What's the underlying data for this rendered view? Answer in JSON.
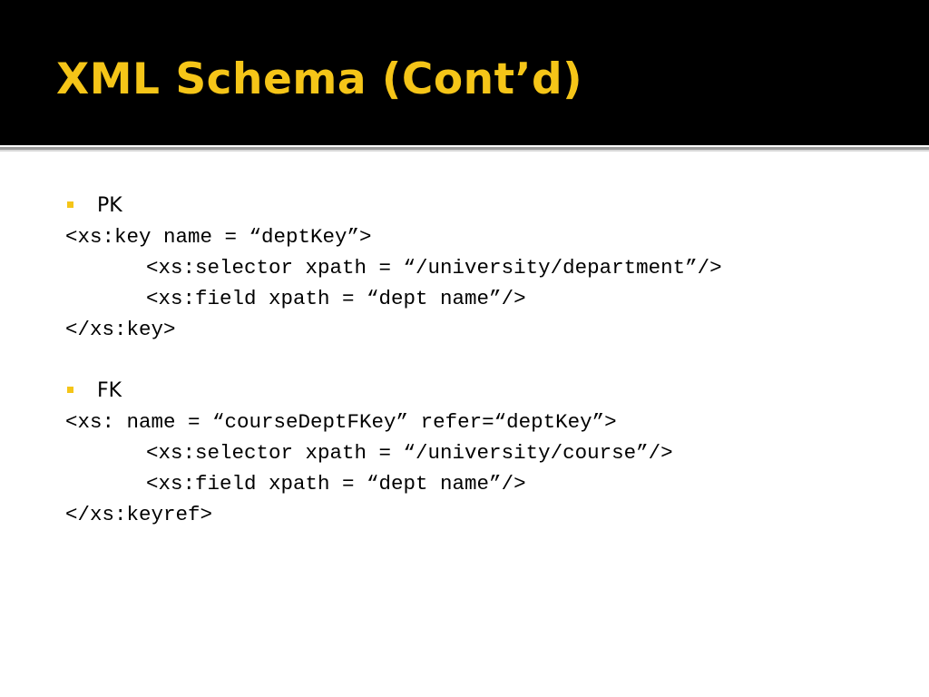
{
  "slide": {
    "title": "XML Schema (Cont’d)",
    "colors": {
      "title_bar": "#000000",
      "title_text": "#f5c518",
      "bullet": "#f5c518",
      "body_text": "#000000",
      "background": "#ffffff"
    }
  },
  "pk": {
    "label": "PK",
    "lines": [
      "<xs:key name = “deptKey”>",
      "<xs:selector xpath = “/university/department”/>",
      "<xs:field xpath = “dept name”/>",
      "</xs:key>"
    ]
  },
  "fk": {
    "label": "FK",
    "lines": [
      "<xs: name = “courseDeptFKey” refer=“deptKey”>",
      "<xs:selector xpath = “/university/course”/>",
      "<xs:field xpath = “dept name”/>",
      "</xs:keyref>"
    ]
  }
}
